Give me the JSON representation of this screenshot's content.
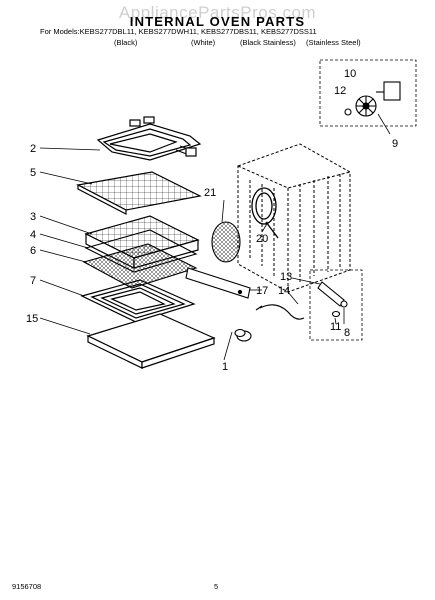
{
  "header": {
    "watermark": "AppliancePartsPros.com",
    "title": "INTERNAL OVEN PARTS",
    "models": "For Models:KEBS277DBL11, KEBS277DWH11, KEBS277DBS11, KEBS277DSS11",
    "variants": [
      "(Black)",
      "(White)",
      "(Black Stainless)",
      "(Stainless Steel)"
    ]
  },
  "callouts": [
    "1",
    "2",
    "3",
    "4",
    "5",
    "6",
    "7",
    "8",
    "9",
    "10",
    "11",
    "12",
    "13",
    "14",
    "15",
    "17",
    "20",
    "21"
  ],
  "footer": {
    "doc_number": "9156708",
    "page_number": "5"
  }
}
